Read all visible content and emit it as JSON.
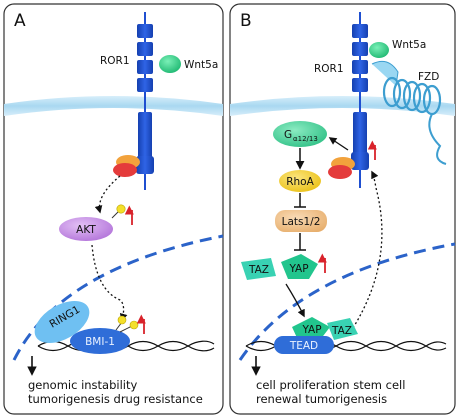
{
  "panel_a": {
    "letter": "A",
    "receptor": "ROR1",
    "ligand": "Wnt5a",
    "kinase": "AKT",
    "complex_1": "RING1",
    "complex_2": "BMI-1",
    "outcome_line1": "genomic instability",
    "outcome_line2": "tumorigenesis drug resistance"
  },
  "panel_b": {
    "letter": "B",
    "receptor": "ROR1",
    "ligand": "Wnt5a",
    "coreceptor": "FZD",
    "g_protein": "G",
    "g_protein_sub": "α12/13",
    "rhoa": "RhoA",
    "lats": "Lats1/2",
    "taz": "TAZ",
    "yap": "YAP",
    "yap_nuc": "YAP",
    "taz_nuc": "TAZ",
    "tead": "TEAD",
    "outcome_line1": "cell proliferation stem cell",
    "outcome_line2": "renewal tumorigenesis"
  },
  "colors": {
    "membrane": "#bfe3f5",
    "receptor": "#1f4fd0",
    "nucleus_border": "#2b63c9",
    "wnt": "#35cf8a",
    "akt": "#c88ae6",
    "ring": "#5ab0f0",
    "yap": "#22c58d",
    "rhoa": "#f3cf2a",
    "lats": "#f0c48f",
    "arrow_up": "#d9232b"
  }
}
